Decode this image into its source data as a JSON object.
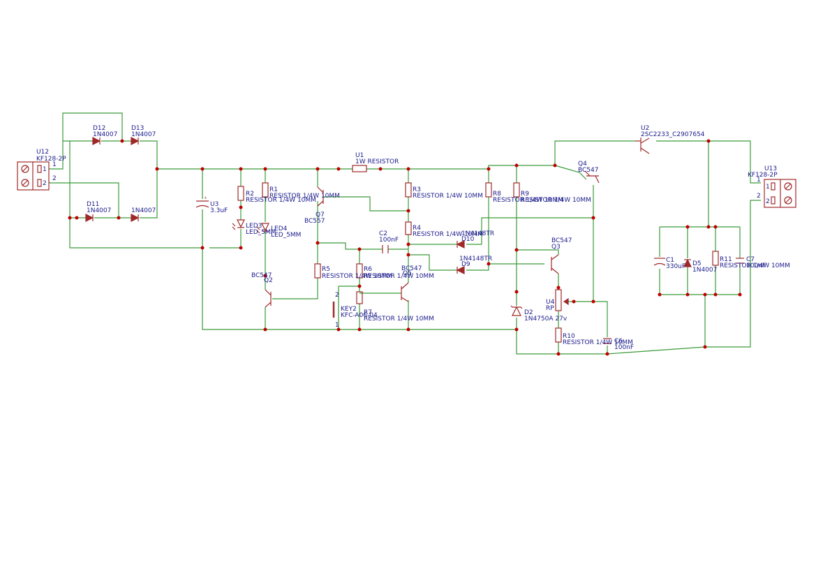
{
  "colors": {
    "wire": "#3a9a3a",
    "component": "#a02828",
    "junction": "#c00000",
    "label": "#1a1a8c"
  },
  "components": {
    "U12": {
      "ref": "U12",
      "value": "KF128-2P",
      "pin1": "1",
      "pin2": "2"
    },
    "U13": {
      "ref": "U13",
      "value": "KF128-2P",
      "pin1": "1",
      "pin2": "2"
    },
    "D11": {
      "ref": "D11",
      "value": "1N4007"
    },
    "D12": {
      "ref": "D12",
      "value": "1N4007"
    },
    "D13": {
      "ref": "D13",
      "value": "1N4007"
    },
    "D14": {
      "value": "1N4007"
    },
    "U3": {
      "ref": "U3",
      "value": "3.3uF"
    },
    "R1": {
      "ref": "R1",
      "value": "RESISTOR 1/4W 10MM"
    },
    "R2": {
      "ref": "R2",
      "value": "RESISTOR 1/4W 10MM"
    },
    "R3": {
      "ref": "R3",
      "value": "RESISTOR 1/4W 10MM"
    },
    "R4": {
      "ref": "R4",
      "value": "RESISTOR 1/4W 10MM"
    },
    "R5": {
      "ref": "R5",
      "value": "RESISTOR 1/4W 10MM"
    },
    "R6": {
      "ref": "R6",
      "value": "RESISTOR 1/4W 10MM"
    },
    "R7": {
      "ref": "R7",
      "value": "RESISTOR 1/4W 10MM"
    },
    "R8": {
      "ref": "R8",
      "value": "RESISTOR 1/4W 10MM"
    },
    "R9": {
      "ref": "R9",
      "value": "RESISTOR 1/4W 10MM"
    },
    "R10": {
      "ref": "R10",
      "value": "RESISTOR 1/4W 10MM"
    },
    "R11": {
      "ref": "R11",
      "value": "RESISTOR 1/4W 10MM"
    },
    "LED3": {
      "ref": "LED3",
      "value": "LED_5MM"
    },
    "LED4": {
      "ref": "LED4",
      "value": "LED_5MM"
    },
    "Q2": {
      "ref": "Q2",
      "value": "BC547"
    },
    "Q3": {
      "ref": "Q3",
      "value": "BC547"
    },
    "Q4": {
      "ref": "Q4",
      "value": "BC547"
    },
    "Q5": {
      "ref": "Q5",
      "value": "BC547"
    },
    "Q7": {
      "ref": "Q7",
      "value": "BC557"
    },
    "U1": {
      "ref": "U1",
      "value": "1W RESISTOR"
    },
    "U2": {
      "ref": "U2",
      "value": "2SC2233_C2907654"
    },
    "C1": {
      "ref": "C1",
      "value": "330uF"
    },
    "C2": {
      "ref": "C2",
      "value": "100nF"
    },
    "C6": {
      "ref": "C6",
      "value": "100nF"
    },
    "C7": {
      "ref": "C7",
      "value": "100nF"
    },
    "D2": {
      "ref": "D2",
      "value": "1N4750A 27v"
    },
    "D5": {
      "ref": "D5",
      "value": "1N4007"
    },
    "D9": {
      "ref": "D9",
      "value": "1N4148TR"
    },
    "D10": {
      "ref": "D10",
      "value": "1N4148TR"
    },
    "U4": {
      "ref": "U4",
      "value": "RP"
    },
    "KEY2": {
      "ref": "KEY2",
      "value": "KFC-A06-04",
      "pin1": "1",
      "pin2": "2"
    }
  }
}
